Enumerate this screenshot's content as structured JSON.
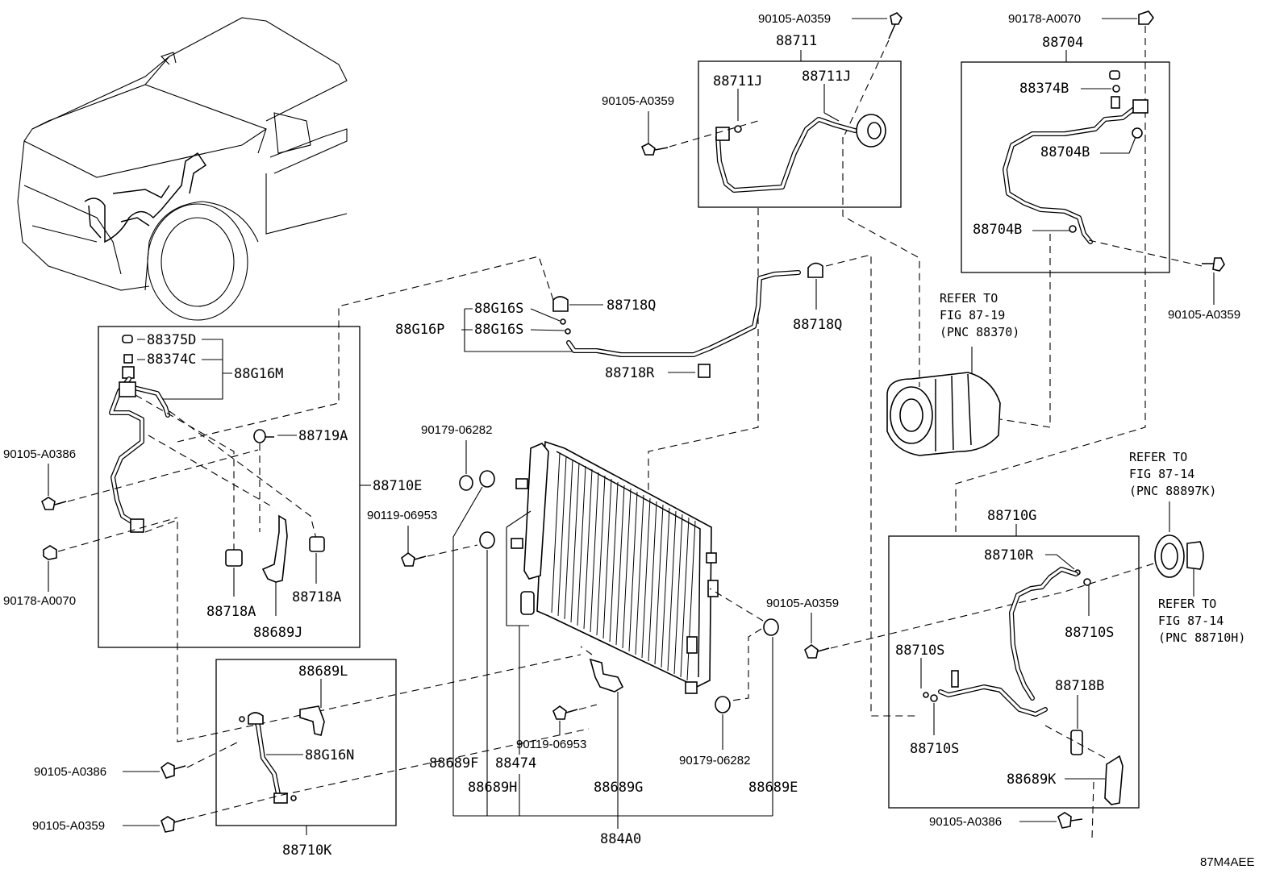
{
  "diagram": {
    "id_code": "87M4AEE",
    "labels": {
      "bolt_top_88711": "90105-A0359",
      "group_88711": "88711",
      "part_88711J_left": "88711J",
      "part_88711J_right": "88711J",
      "bolt_left_88711": "90105-A0359",
      "nut_top_88704": "90178-A0070",
      "group_88704": "88704",
      "part_88374B": "88374B",
      "part_88704B_top": "88704B",
      "part_88704B_bottom": "88704B",
      "bolt_right_88704": "90105-A0359",
      "ref_compressor_1": "REFER TO",
      "ref_compressor_2": "FIG 87-19",
      "ref_compressor_3": "(PNC 88370)",
      "part_88G16S_top": "88G16S",
      "part_88G16S_bottom": "88G16S",
      "part_88G16P": "88G16P",
      "part_88718Q_left": "88718Q",
      "part_88718Q_right": "88718Q",
      "part_88718R": "88718R",
      "part_88375D": "88375D",
      "part_88374C": "88374C",
      "part_88G16M": "88G16M",
      "part_88719A": "88719A",
      "bolt_88710E": "90105-A0386",
      "group_88710E": "88710E",
      "nut_88710E": "90178-A0070",
      "part_88718A_left": "88718A",
      "part_88718A_right": "88718A",
      "part_88689J": "88689J",
      "cushion_top": "90179-06282",
      "bolt_90119_left": "90119-06953",
      "bolt_90105_right": "90105-A0359",
      "bolt_90119_bottom": "90119-06953",
      "cushion_bottom": "90179-06282",
      "part_88689F": "88689F",
      "part_88474": "88474",
      "part_88689H": "88689H",
      "part_88689G": "88689G",
      "part_88689E": "88689E",
      "group_884A0": "884A0",
      "part_88689L": "88689L",
      "part_88G16N": "88G16N",
      "bolt_88710K_1": "90105-A0386",
      "bolt_88710K_2": "90105-A0359",
      "group_88710K": "88710K",
      "ref_88897K_1": "REFER TO",
      "ref_88897K_2": "FIG 87-14",
      "ref_88897K_3": "(PNC 88897K)",
      "ref_88710H_1": "REFER TO",
      "ref_88710H_2": "FIG 87-14",
      "ref_88710H_3": "(PNC 88710H)",
      "group_88710G": "88710G",
      "part_88710R": "88710R",
      "part_88710S_right": "88710S",
      "part_88710S_mid": "88710S",
      "part_88710S_bottom": "88710S",
      "part_88718B": "88718B",
      "part_88689K": "88689K",
      "bolt_88710G": "90105-A0386"
    }
  }
}
